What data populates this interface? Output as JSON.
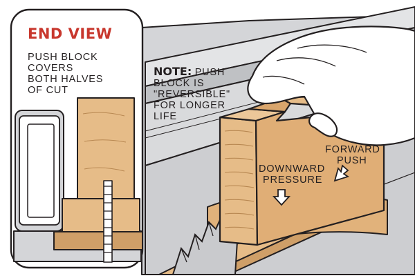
{
  "end_view": {
    "title": "END VIEW",
    "caption": [
      "PUSH BLOCK",
      "COVERS",
      "BOTH HALVES",
      "OF CUT"
    ]
  },
  "note": {
    "label": "NOTE:",
    "first_line_rest": "PUSH",
    "lines": [
      "BLOCK IS",
      "\"REVERSIBLE\"",
      "FOR LONGER",
      "LIFE"
    ]
  },
  "arrows": {
    "forward": [
      "FORWARD",
      "PUSH"
    ],
    "downward": [
      "DOWNWARD",
      "PRESSURE"
    ]
  },
  "colors": {
    "wood": "#e6bc88",
    "wood_dark": "#cf9f68",
    "gray": "#d4d5d8",
    "gray_dark": "#a9abaf",
    "title_red": "#c8372d",
    "outline": "#231f20"
  }
}
